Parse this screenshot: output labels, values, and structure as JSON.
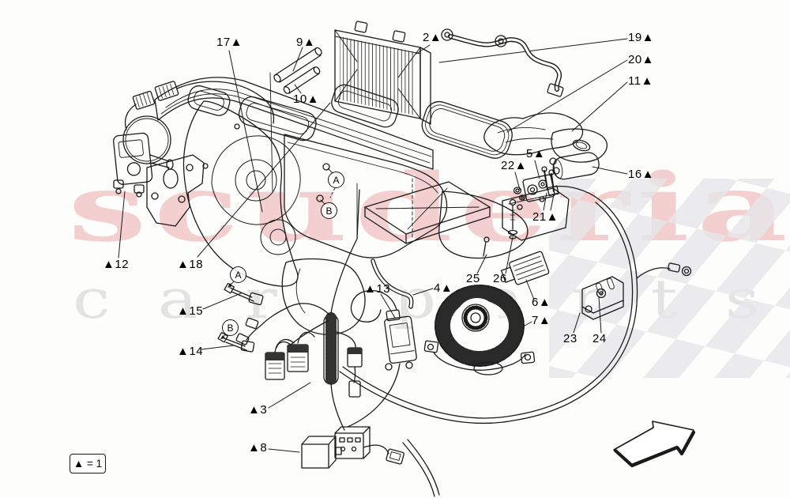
{
  "diagram": {
    "watermark": {
      "brand": "scuderia",
      "subtitle": "car parts"
    },
    "legend": {
      "text": "▲ = 1"
    },
    "ref_markers": {
      "a": "A",
      "b": "B"
    },
    "callouts": {
      "c2": "2▲",
      "c3": "▲3",
      "c4": "4▲",
      "c5": "5▲",
      "c6": "6▲",
      "c7": "7▲",
      "c8": "▲8",
      "c9": "9▲",
      "c10": "10▲",
      "c11": "11▲",
      "c12": "▲12",
      "c13": "▲13",
      "c14": "▲14",
      "c15": "▲15",
      "c16": "16▲",
      "c17": "17▲",
      "c18": "▲18",
      "c19": "19▲",
      "c20": "20▲",
      "c21": "21▲",
      "c22": "22▲",
      "c23": "23",
      "c24": "24",
      "c25": "25",
      "c26": "26"
    },
    "colors": {
      "line": "#1a1a1a",
      "watermark_red": "#f3cfcf",
      "watermark_gray": "#e3e3e3",
      "checker": "#e7e7e9",
      "background": "#fdfdfc"
    }
  }
}
